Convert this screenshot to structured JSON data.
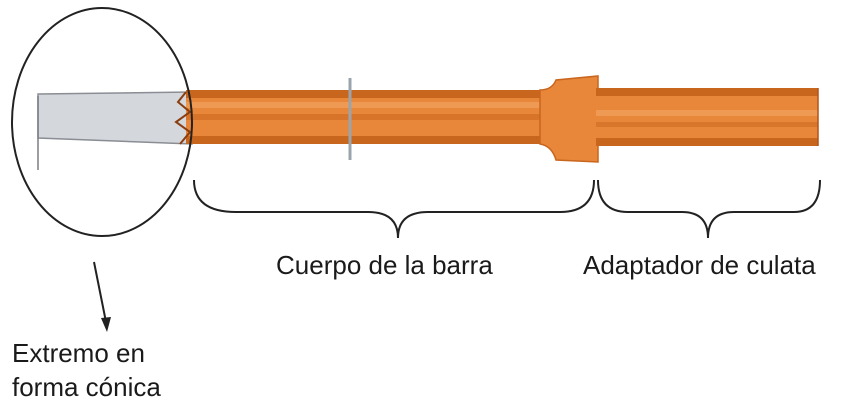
{
  "labels": {
    "body": "Cuerpo de la barra",
    "adapter": "Adaptador de culata",
    "tip_line1": "Extremo en",
    "tip_line2": "forma cónica"
  },
  "colors": {
    "rod_orange": "#e8863a",
    "rod_dark": "#c8661e",
    "rod_highlight": "#f2a866",
    "tip_gray": "#d4d7dc",
    "tip_edge": "#8a8e94",
    "line": "#222222"
  }
}
